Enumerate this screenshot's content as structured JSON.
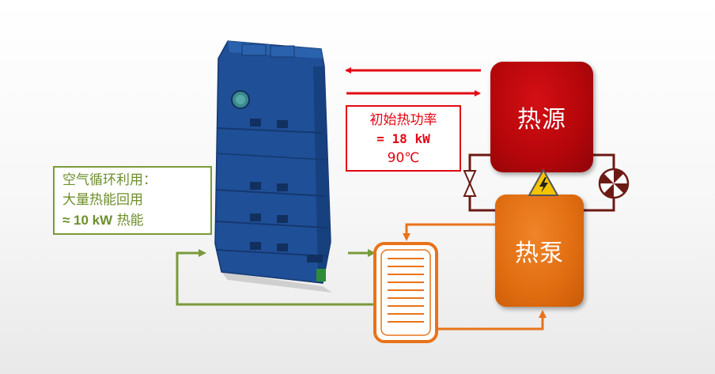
{
  "heat_source": {
    "label": "热源"
  },
  "heat_pump": {
    "label": "热泵"
  },
  "initial_heat_info": {
    "line1": "初始热功率",
    "line2": "= 18 kW",
    "line3": "90℃"
  },
  "air_recirculation_info": {
    "line1": "空气循环利用：",
    "line2": "大量热能回用",
    "line3_bold": "≈ 10 kW",
    "line3_rest": " 热能"
  },
  "colors": {
    "red": "#e30613",
    "dark_red": "#6b1a14",
    "green": "#7a9a3a",
    "orange": "#e8731a",
    "module_blue": "#1f4f96"
  },
  "icons": [
    "warning-icon",
    "fan-icon",
    "valve-icon",
    "heat-exchanger-icon",
    "battery-module-icon"
  ]
}
